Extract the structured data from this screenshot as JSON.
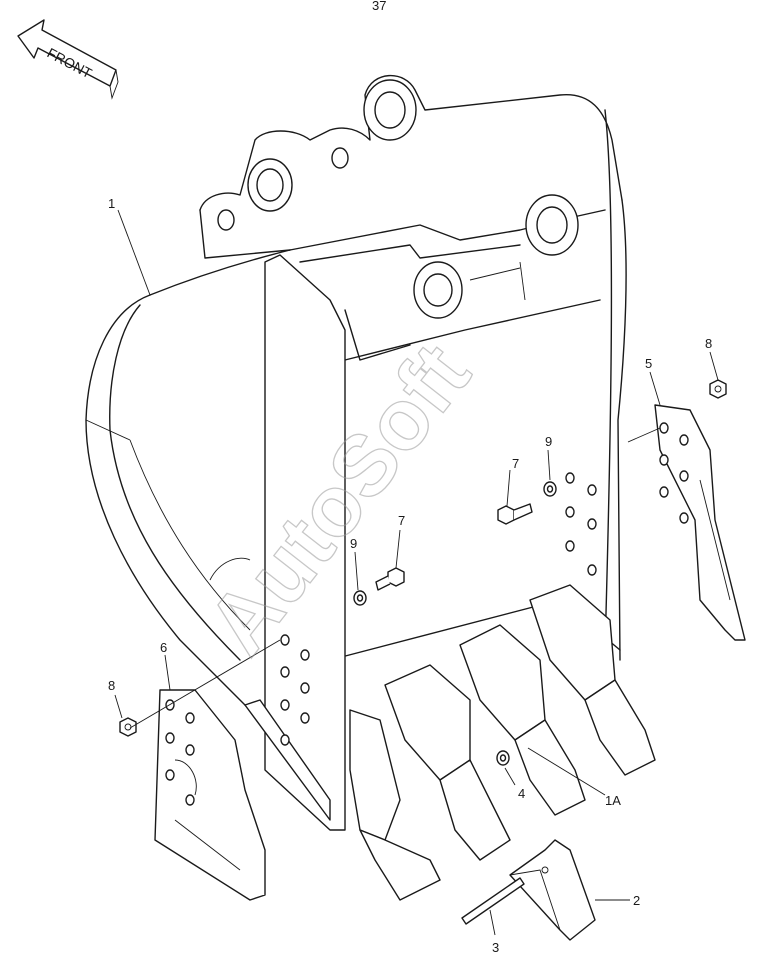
{
  "front_arrow": {
    "text": "FRONT"
  },
  "watermark": {
    "text": "AutoSoft"
  },
  "top_mark": {
    "text": "37"
  },
  "callouts": {
    "c1": "1",
    "c1A": "1A",
    "c2": "2",
    "c3": "3",
    "c4": "4",
    "c5": "5",
    "c6": "6",
    "c7a": "7",
    "c7b": "7",
    "c8a": "8",
    "c8b": "8",
    "c9a": "9",
    "c9b": "9"
  }
}
